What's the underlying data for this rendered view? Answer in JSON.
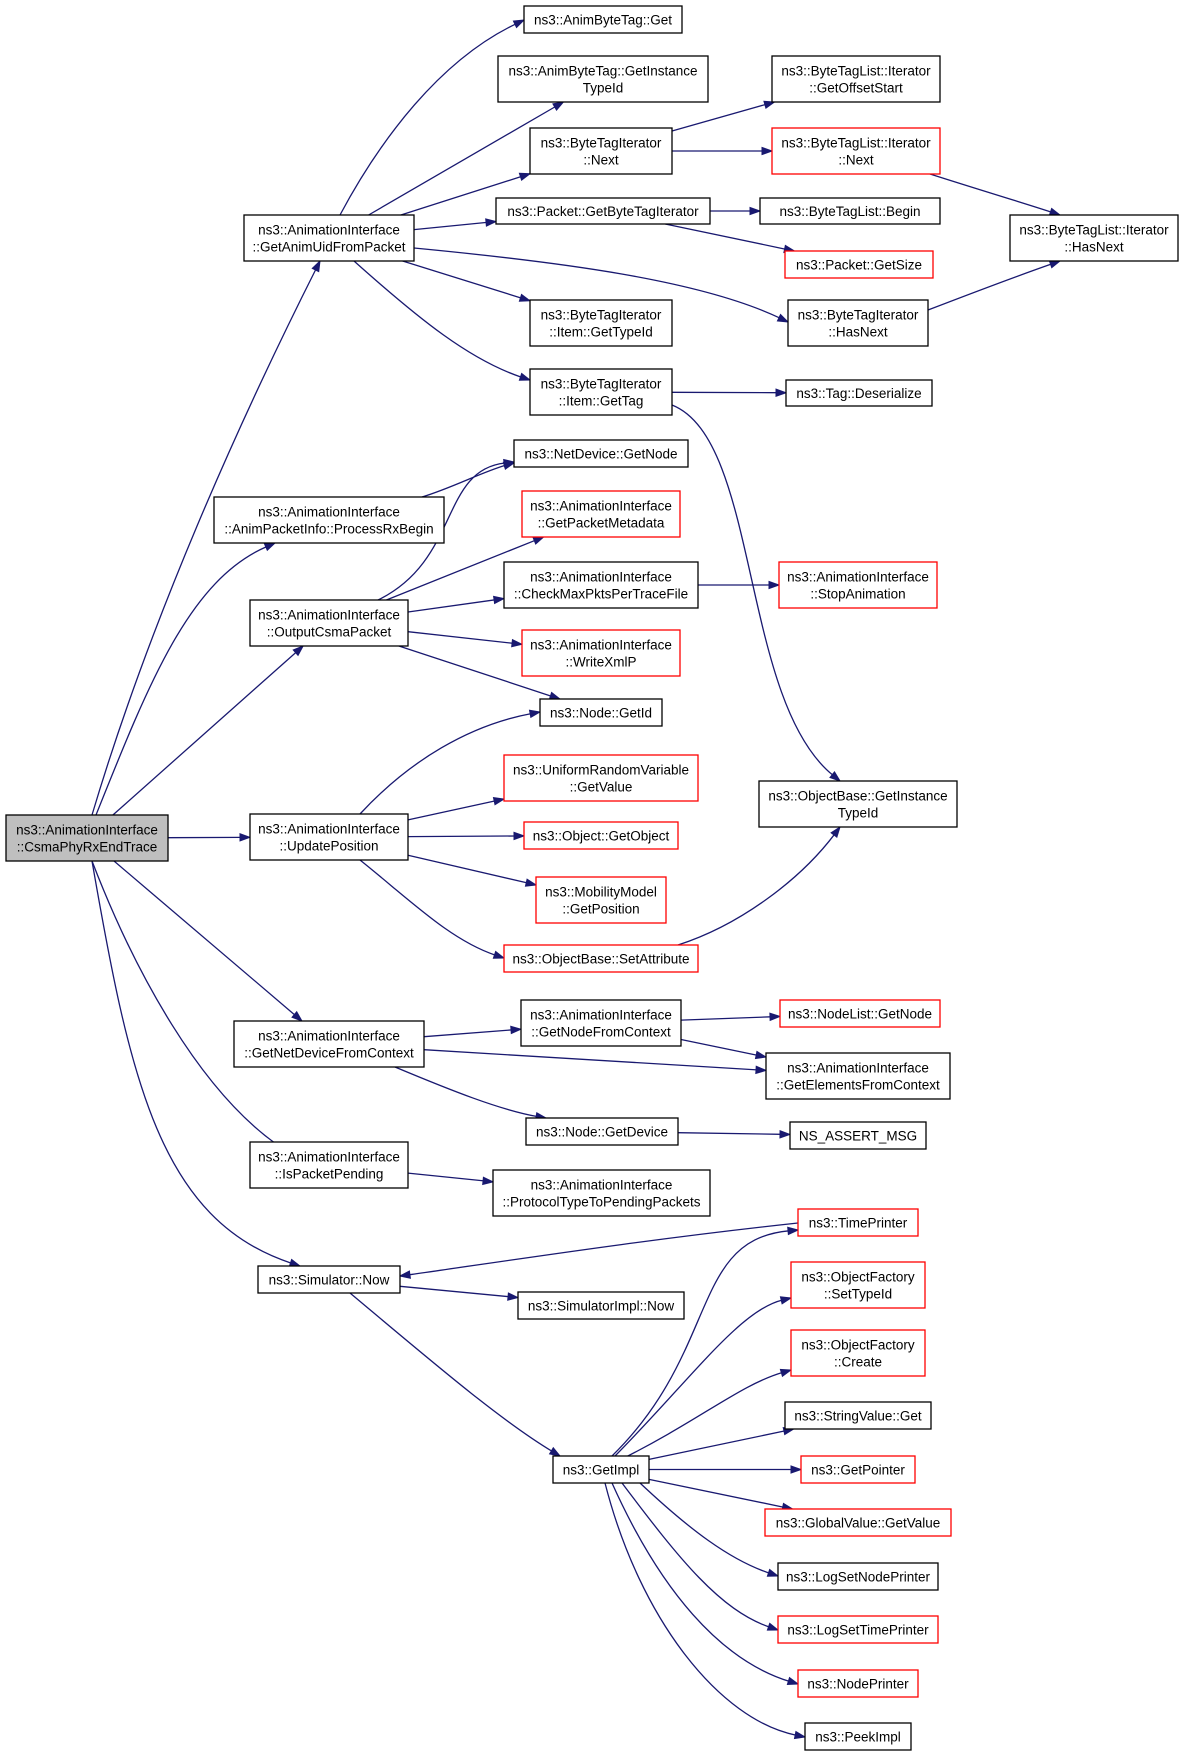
{
  "graph": {
    "nodes": [
      {
        "id": "csma_phy_rx_end_trace",
        "lines": [
          "ns3::AnimationInterface",
          "::CsmaPhyRxEndTrace"
        ],
        "border": "black",
        "root": true
      },
      {
        "id": "get_anim_uid_from_packet",
        "lines": [
          "ns3::AnimationInterface",
          "::GetAnimUidFromPacket"
        ],
        "border": "black"
      },
      {
        "id": "anim_byte_tag_get",
        "lines": [
          "ns3::AnimByteTag::Get"
        ],
        "border": "black"
      },
      {
        "id": "anim_byte_tag_get_instance_type_id",
        "lines": [
          "ns3::AnimByteTag::GetInstance",
          "TypeId"
        ],
        "border": "black"
      },
      {
        "id": "byte_tag_iterator_next",
        "lines": [
          "ns3::ByteTagIterator",
          "::Next"
        ],
        "border": "black"
      },
      {
        "id": "byte_tag_list_iterator_get_offset_start",
        "lines": [
          "ns3::ByteTagList::Iterator",
          "::GetOffsetStart"
        ],
        "border": "black"
      },
      {
        "id": "byte_tag_list_iterator_next",
        "lines": [
          "ns3::ByteTagList::Iterator",
          "::Next"
        ],
        "border": "red"
      },
      {
        "id": "packet_get_byte_tag_iterator",
        "lines": [
          "ns3::Packet::GetByteTagIterator"
        ],
        "border": "black"
      },
      {
        "id": "byte_tag_list_begin",
        "lines": [
          "ns3::ByteTagList::Begin"
        ],
        "border": "black"
      },
      {
        "id": "byte_tag_list_iterator_has_next",
        "lines": [
          "ns3::ByteTagList::Iterator",
          "::HasNext"
        ],
        "border": "black"
      },
      {
        "id": "packet_get_size",
        "lines": [
          "ns3::Packet::GetSize"
        ],
        "border": "red"
      },
      {
        "id": "byte_tag_iterator_item_get_type_id",
        "lines": [
          "ns3::ByteTagIterator",
          "::Item::GetTypeId"
        ],
        "border": "black"
      },
      {
        "id": "byte_tag_iterator_has_next",
        "lines": [
          "ns3::ByteTagIterator",
          "::HasNext"
        ],
        "border": "black"
      },
      {
        "id": "byte_tag_iterator_item_get_tag",
        "lines": [
          "ns3::ByteTagIterator",
          "::Item::GetTag"
        ],
        "border": "black"
      },
      {
        "id": "tag_deserialize",
        "lines": [
          "ns3::Tag::Deserialize"
        ],
        "border": "black"
      },
      {
        "id": "net_device_get_node",
        "lines": [
          "ns3::NetDevice::GetNode"
        ],
        "border": "black"
      },
      {
        "id": "anim_packet_info_process_rx_begin",
        "lines": [
          "ns3::AnimationInterface",
          "::AnimPacketInfo::ProcessRxBegin"
        ],
        "border": "black"
      },
      {
        "id": "get_packet_metadata",
        "lines": [
          "ns3::AnimationInterface",
          "::GetPacketMetadata"
        ],
        "border": "red"
      },
      {
        "id": "check_max_pkts_per_trace_file",
        "lines": [
          "ns3::AnimationInterface",
          "::CheckMaxPktsPerTraceFile"
        ],
        "border": "black"
      },
      {
        "id": "stop_animation",
        "lines": [
          "ns3::AnimationInterface",
          "::StopAnimation"
        ],
        "border": "red"
      },
      {
        "id": "output_csma_packet",
        "lines": [
          "ns3::AnimationInterface",
          "::OutputCsmaPacket"
        ],
        "border": "black"
      },
      {
        "id": "write_xml_p",
        "lines": [
          "ns3::AnimationInterface",
          "::WriteXmlP"
        ],
        "border": "red"
      },
      {
        "id": "node_get_id",
        "lines": [
          "ns3::Node::GetId"
        ],
        "border": "black"
      },
      {
        "id": "uniform_random_variable_get_value",
        "lines": [
          "ns3::UniformRandomVariable",
          "::GetValue"
        ],
        "border": "red"
      },
      {
        "id": "object_base_get_instance_type_id",
        "lines": [
          "ns3::ObjectBase::GetInstance",
          "TypeId"
        ],
        "border": "black"
      },
      {
        "id": "update_position",
        "lines": [
          "ns3::AnimationInterface",
          "::UpdatePosition"
        ],
        "border": "black"
      },
      {
        "id": "object_get_object",
        "lines": [
          "ns3::Object::GetObject"
        ],
        "border": "red"
      },
      {
        "id": "mobility_model_get_position",
        "lines": [
          "ns3::MobilityModel",
          "::GetPosition"
        ],
        "border": "red"
      },
      {
        "id": "object_base_set_attribute",
        "lines": [
          "ns3::ObjectBase::SetAttribute"
        ],
        "border": "red"
      },
      {
        "id": "get_node_from_context",
        "lines": [
          "ns3::AnimationInterface",
          "::GetNodeFromContext"
        ],
        "border": "black"
      },
      {
        "id": "node_list_get_node",
        "lines": [
          "ns3::NodeList::GetNode"
        ],
        "border": "red"
      },
      {
        "id": "get_net_device_from_context",
        "lines": [
          "ns3::AnimationInterface",
          "::GetNetDeviceFromContext"
        ],
        "border": "black"
      },
      {
        "id": "get_elements_from_context",
        "lines": [
          "ns3::AnimationInterface",
          "::GetElementsFromContext"
        ],
        "border": "black"
      },
      {
        "id": "node_get_device",
        "lines": [
          "ns3::Node::GetDevice"
        ],
        "border": "black"
      },
      {
        "id": "ns_assert_msg",
        "lines": [
          "NS_ASSERT_MSG"
        ],
        "border": "black"
      },
      {
        "id": "is_packet_pending",
        "lines": [
          "ns3::AnimationInterface",
          "::IsPacketPending"
        ],
        "border": "black"
      },
      {
        "id": "protocol_type_to_pending_packets",
        "lines": [
          "ns3::AnimationInterface",
          "::ProtocolTypeToPendingPackets"
        ],
        "border": "black"
      },
      {
        "id": "time_printer",
        "lines": [
          "ns3::TimePrinter"
        ],
        "border": "red"
      },
      {
        "id": "simulator_now",
        "lines": [
          "ns3::Simulator::Now"
        ],
        "border": "black"
      },
      {
        "id": "object_factory_set_type_id",
        "lines": [
          "ns3::ObjectFactory",
          "::SetTypeId"
        ],
        "border": "red"
      },
      {
        "id": "simulator_impl_now",
        "lines": [
          "ns3::SimulatorImpl::Now"
        ],
        "border": "black"
      },
      {
        "id": "object_factory_create",
        "lines": [
          "ns3::ObjectFactory",
          "::Create"
        ],
        "border": "red"
      },
      {
        "id": "string_value_get",
        "lines": [
          "ns3::StringValue::Get"
        ],
        "border": "black"
      },
      {
        "id": "get_impl",
        "lines": [
          "ns3::GetImpl"
        ],
        "border": "black"
      },
      {
        "id": "get_pointer",
        "lines": [
          "ns3::GetPointer"
        ],
        "border": "red"
      },
      {
        "id": "global_value_get_value",
        "lines": [
          "ns3::GlobalValue::GetValue"
        ],
        "border": "red"
      },
      {
        "id": "log_set_node_printer",
        "lines": [
          "ns3::LogSetNodePrinter"
        ],
        "border": "black"
      },
      {
        "id": "log_set_time_printer",
        "lines": [
          "ns3::LogSetTimePrinter"
        ],
        "border": "red"
      },
      {
        "id": "node_printer",
        "lines": [
          "ns3::NodePrinter"
        ],
        "border": "red"
      },
      {
        "id": "peek_impl",
        "lines": [
          "ns3::PeekImpl"
        ],
        "border": "black"
      }
    ],
    "edges": [
      {
        "from": "csma_phy_rx_end_trace",
        "to": "get_anim_uid_from_packet"
      },
      {
        "from": "csma_phy_rx_end_trace",
        "to": "anim_packet_info_process_rx_begin"
      },
      {
        "from": "csma_phy_rx_end_trace",
        "to": "output_csma_packet"
      },
      {
        "from": "csma_phy_rx_end_trace",
        "to": "update_position"
      },
      {
        "from": "csma_phy_rx_end_trace",
        "to": "get_net_device_from_context"
      },
      {
        "from": "csma_phy_rx_end_trace",
        "to": "is_packet_pending"
      },
      {
        "from": "csma_phy_rx_end_trace",
        "to": "simulator_now"
      },
      {
        "from": "get_anim_uid_from_packet",
        "to": "anim_byte_tag_get"
      },
      {
        "from": "get_anim_uid_from_packet",
        "to": "anim_byte_tag_get_instance_type_id"
      },
      {
        "from": "get_anim_uid_from_packet",
        "to": "byte_tag_iterator_next"
      },
      {
        "from": "get_anim_uid_from_packet",
        "to": "packet_get_byte_tag_iterator"
      },
      {
        "from": "get_anim_uid_from_packet",
        "to": "byte_tag_iterator_item_get_type_id"
      },
      {
        "from": "get_anim_uid_from_packet",
        "to": "byte_tag_iterator_has_next"
      },
      {
        "from": "get_anim_uid_from_packet",
        "to": "byte_tag_iterator_item_get_tag"
      },
      {
        "from": "byte_tag_iterator_next",
        "to": "byte_tag_list_iterator_get_offset_start"
      },
      {
        "from": "byte_tag_iterator_next",
        "to": "byte_tag_list_iterator_next"
      },
      {
        "from": "byte_tag_list_iterator_next",
        "to": "byte_tag_list_iterator_has_next"
      },
      {
        "from": "packet_get_byte_tag_iterator",
        "to": "byte_tag_list_begin"
      },
      {
        "from": "packet_get_byte_tag_iterator",
        "to": "packet_get_size"
      },
      {
        "from": "byte_tag_iterator_has_next",
        "to": "byte_tag_list_iterator_has_next"
      },
      {
        "from": "byte_tag_iterator_item_get_tag",
        "to": "tag_deserialize"
      },
      {
        "from": "byte_tag_iterator_item_get_tag",
        "to": "object_base_get_instance_type_id"
      },
      {
        "from": "anim_packet_info_process_rx_begin",
        "to": "net_device_get_node"
      },
      {
        "from": "output_csma_packet",
        "to": "net_device_get_node"
      },
      {
        "from": "output_csma_packet",
        "to": "get_packet_metadata"
      },
      {
        "from": "output_csma_packet",
        "to": "check_max_pkts_per_trace_file"
      },
      {
        "from": "output_csma_packet",
        "to": "write_xml_p"
      },
      {
        "from": "output_csma_packet",
        "to": "node_get_id"
      },
      {
        "from": "check_max_pkts_per_trace_file",
        "to": "stop_animation"
      },
      {
        "from": "update_position",
        "to": "node_get_id"
      },
      {
        "from": "update_position",
        "to": "uniform_random_variable_get_value"
      },
      {
        "from": "update_position",
        "to": "object_get_object"
      },
      {
        "from": "update_position",
        "to": "mobility_model_get_position"
      },
      {
        "from": "update_position",
        "to": "object_base_set_attribute"
      },
      {
        "from": "object_base_set_attribute",
        "to": "object_base_get_instance_type_id"
      },
      {
        "from": "get_net_device_from_context",
        "to": "get_node_from_context"
      },
      {
        "from": "get_net_device_from_context",
        "to": "get_elements_from_context"
      },
      {
        "from": "get_net_device_from_context",
        "to": "node_get_device"
      },
      {
        "from": "get_node_from_context",
        "to": "node_list_get_node"
      },
      {
        "from": "get_node_from_context",
        "to": "get_elements_from_context"
      },
      {
        "from": "node_get_device",
        "to": "ns_assert_msg"
      },
      {
        "from": "is_packet_pending",
        "to": "protocol_type_to_pending_packets"
      },
      {
        "from": "simulator_now",
        "to": "simulator_impl_now"
      },
      {
        "from": "simulator_now",
        "to": "get_impl"
      },
      {
        "from": "time_printer",
        "to": "simulator_now"
      },
      {
        "from": "get_impl",
        "to": "time_printer"
      },
      {
        "from": "get_impl",
        "to": "object_factory_set_type_id"
      },
      {
        "from": "get_impl",
        "to": "object_factory_create"
      },
      {
        "from": "get_impl",
        "to": "string_value_get"
      },
      {
        "from": "get_impl",
        "to": "get_pointer"
      },
      {
        "from": "get_impl",
        "to": "global_value_get_value"
      },
      {
        "from": "get_impl",
        "to": "log_set_node_printer"
      },
      {
        "from": "get_impl",
        "to": "log_set_time_printer"
      },
      {
        "from": "get_impl",
        "to": "node_printer"
      },
      {
        "from": "get_impl",
        "to": "peek_impl"
      }
    ]
  },
  "colors": {
    "edge": "#191970",
    "root_fill": "#bfbfbf",
    "node_fill": "#ffffff",
    "border_black": "#000000",
    "border_red": "#ff0000"
  }
}
